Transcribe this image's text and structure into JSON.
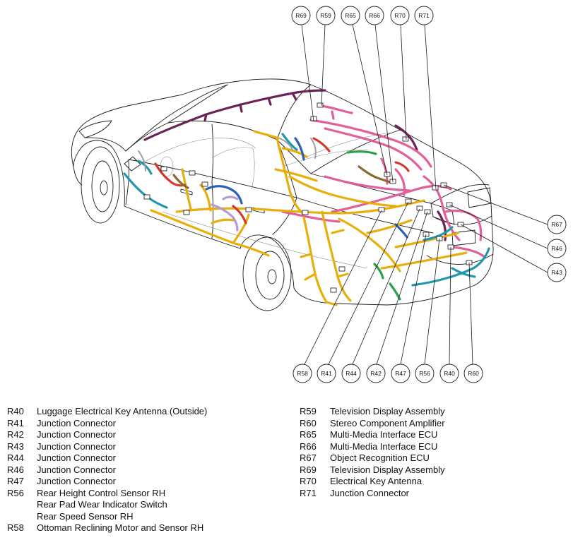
{
  "callouts": {
    "top": [
      "R69",
      "R59",
      "R65",
      "R66",
      "R70",
      "R71"
    ],
    "right": [
      "R67",
      "R46",
      "R43"
    ],
    "bottom": [
      "R58",
      "R41",
      "R44",
      "R42",
      "R47",
      "R56",
      "R40",
      "R60"
    ]
  },
  "legend": {
    "left": [
      {
        "code": "R40",
        "lines": [
          "Luggage Electrical Key Antenna (Outside)"
        ]
      },
      {
        "code": "R41",
        "lines": [
          "Junction Connector"
        ]
      },
      {
        "code": "R42",
        "lines": [
          "Junction Connector"
        ]
      },
      {
        "code": "R43",
        "lines": [
          "Junction Connector"
        ]
      },
      {
        "code": "R44",
        "lines": [
          "Junction Connector"
        ]
      },
      {
        "code": "R46",
        "lines": [
          "Junction Connector"
        ]
      },
      {
        "code": "R47",
        "lines": [
          "Junction Connector"
        ]
      },
      {
        "code": "R56",
        "lines": [
          "Rear Height Control Sensor RH",
          "Rear Pad Wear Indicator Switch",
          "Rear Speed Sensor RH"
        ]
      },
      {
        "code": "R58",
        "lines": [
          "Ottoman Reclining Motor and Sensor RH"
        ]
      }
    ],
    "right": [
      {
        "code": "R59",
        "lines": [
          "Television Display Assembly"
        ]
      },
      {
        "code": "R60",
        "lines": [
          "Stereo Component Amplifier"
        ]
      },
      {
        "code": "R65",
        "lines": [
          "Multi-Media Interface ECU"
        ]
      },
      {
        "code": "R66",
        "lines": [
          "Multi-Media Interface ECU"
        ]
      },
      {
        "code": "R67",
        "lines": [
          "Object Recognition ECU"
        ]
      },
      {
        "code": "R69",
        "lines": [
          "Television Display Assembly"
        ]
      },
      {
        "code": "R70",
        "lines": [
          "Electrical Key Antenna"
        ]
      },
      {
        "code": "R71",
        "lines": [
          "Junction Connector"
        ]
      }
    ]
  },
  "colors": {
    "outline": "#1a1a1a",
    "harness_yellow": "#e8ae0c",
    "harness_pink": "#e1609a",
    "harness_purple": "#6b2256",
    "harness_teal": "#1f97ad",
    "harness_blue": "#2c5fb8",
    "harness_red": "#d0392b",
    "harness_green": "#2e9e4a",
    "harness_olive": "#8a6b2e",
    "harness_lavender": "#b59ad6",
    "harness_gray": "#9aa0a6"
  }
}
